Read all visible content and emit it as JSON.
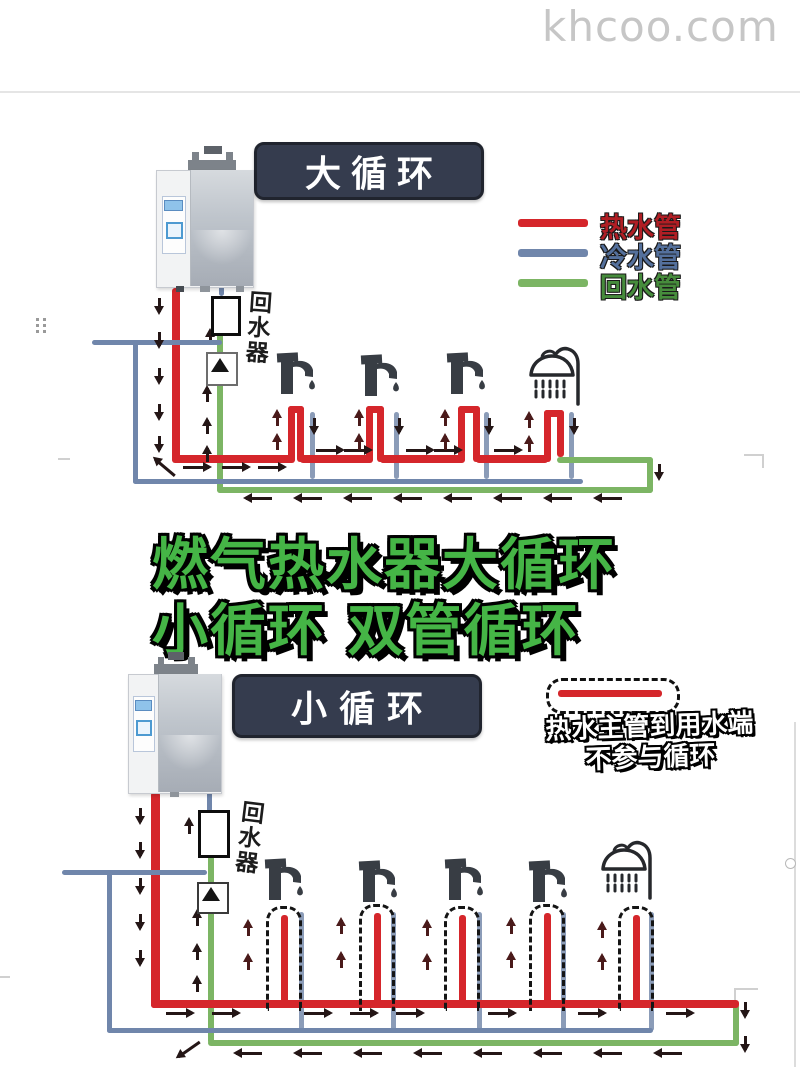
{
  "watermark": {
    "text": "khcoo.com"
  },
  "colors": {
    "hot_pipe": "#d5262b",
    "cold_pipe": "#7086ab",
    "return_pipe": "#7cb564",
    "title_box_bg": "#353c4e",
    "caption_green": "#45b546",
    "arrow": "#241616"
  },
  "top_diagram": {
    "title": "大循环",
    "return_device": "回水器",
    "legend": [
      {
        "label": "热水管",
        "color": "#d5262b"
      },
      {
        "label": "冷水管",
        "color": "#7086ab"
      },
      {
        "label": "回水管",
        "color": "#7cb564"
      }
    ]
  },
  "caption": {
    "line1": "燃气热水器大循环",
    "line2": "小循环 双管循环"
  },
  "bottom_diagram": {
    "title": "小循环",
    "return_device": "回水器",
    "note_line1": "热水主管到用水端",
    "note_line2": "不参与循环"
  }
}
